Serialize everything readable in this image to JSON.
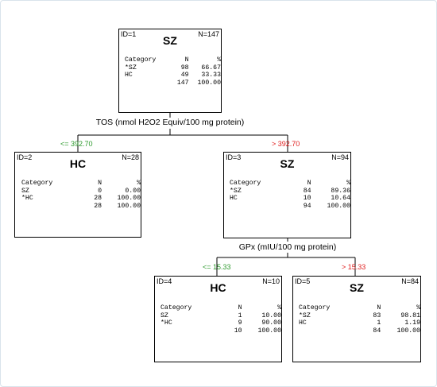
{
  "colors": {
    "le": "#2e9a2e",
    "gt": "#e02020"
  },
  "nodes": {
    "n1": {
      "id": "ID=1",
      "n": "N=147",
      "title": "SZ",
      "table": [
        [
          "Category",
          "N",
          "%"
        ],
        [
          "*SZ",
          "98",
          "66.67"
        ],
        [
          "HC",
          "49",
          "33.33"
        ],
        [
          "",
          "147",
          "100.00"
        ]
      ]
    },
    "n2": {
      "id": "ID=2",
      "n": "N=28",
      "title": "HC",
      "table": [
        [
          "Category",
          "N",
          "%"
        ],
        [
          "SZ",
          "0",
          "0.00"
        ],
        [
          "*HC",
          "28",
          "100.00"
        ],
        [
          "",
          "28",
          "100.00"
        ]
      ]
    },
    "n3": {
      "id": "ID=3",
      "n": "N=94",
      "title": "SZ",
      "table": [
        [
          "Category",
          "N",
          "%"
        ],
        [
          "*SZ",
          "84",
          "89.36"
        ],
        [
          "HC",
          "10",
          "10.64"
        ],
        [
          "",
          "94",
          "100.00"
        ]
      ]
    },
    "n4": {
      "id": "ID=4",
      "n": "N=10",
      "title": "HC",
      "table": [
        [
          "Category",
          "N",
          "%"
        ],
        [
          "SZ",
          "1",
          "10.00"
        ],
        [
          "*HC",
          "9",
          "90.00"
        ],
        [
          "",
          "10",
          "100.00"
        ]
      ]
    },
    "n5": {
      "id": "ID=5",
      "n": "N=84",
      "title": "SZ",
      "table": [
        [
          "Category",
          "N",
          "%"
        ],
        [
          "*SZ",
          "83",
          "98.81"
        ],
        [
          "HC",
          "1",
          "1.19"
        ],
        [
          "",
          "84",
          "100.00"
        ]
      ]
    }
  },
  "splits": {
    "s1": {
      "variable": "TOS (nmol H2O2 Equiv/100 mg protein)",
      "left": "<= 392.70",
      "right": "> 392.70"
    },
    "s2": {
      "variable": "GPx (mIU/100 mg protein)",
      "left": "<= 15.33",
      "right": "> 15.33"
    }
  }
}
